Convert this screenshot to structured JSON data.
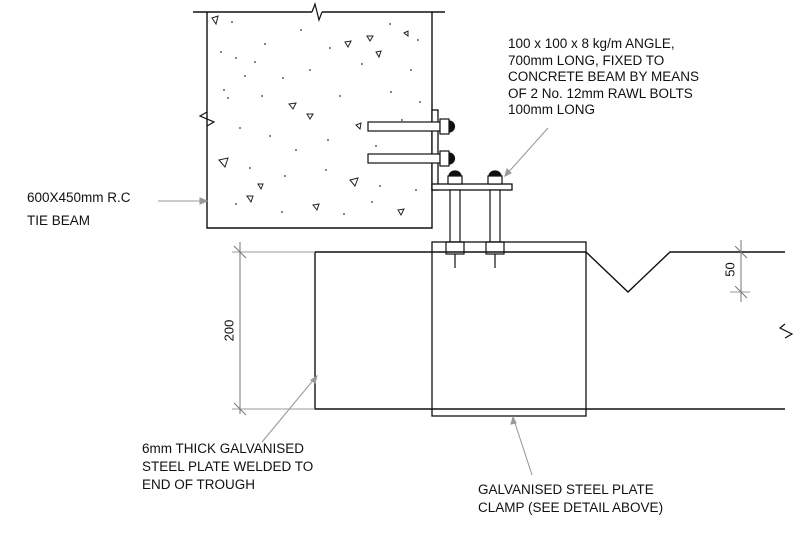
{
  "labels": {
    "angle_note": [
      "100 x 100 x 8 kg/m ANGLE,",
      "700mm LONG, FIXED TO",
      "CONCRETE BEAM BY MEANS",
      "OF 2 No. 12mm RAWL BOLTS",
      "100mm LONG"
    ],
    "tie_beam_note": [
      "600X450mm R.C",
      "TIE BEAM"
    ],
    "end_plate_note": [
      "6mm THICK GALVANISED",
      "STEEL PLATE WELDED TO",
      "END OF TROUGH"
    ],
    "clamp_note": [
      "GALVANISED STEEL PLATE",
      "CLAMP (SEE DETAIL ABOVE)"
    ]
  },
  "dimensions": {
    "trough_height": "200",
    "groove_depth": "50"
  },
  "colors": {
    "line": "#111111",
    "leader": "#9a9a9a"
  }
}
